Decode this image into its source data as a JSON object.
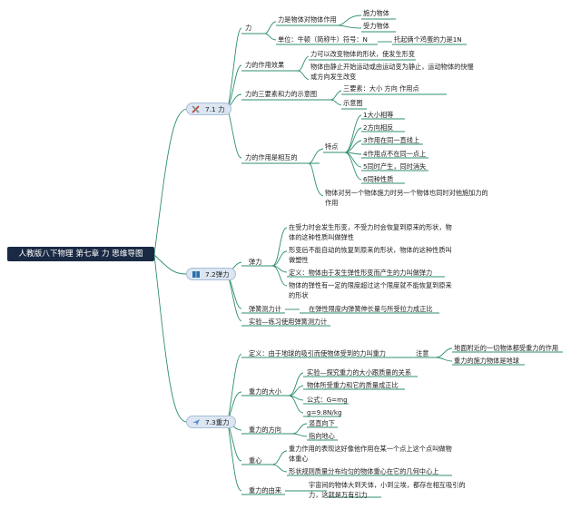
{
  "title": "人教版八下物理 第七章 力 思维导图",
  "sections": [
    {
      "label": "7.1 力",
      "icon": "tools-icon",
      "items": {
        "li": "力",
        "li_def": "力是物体对物体作用",
        "shili": "施力物体",
        "shouli": "受力物体",
        "unit": "单位：牛顿（简称牛）符号：N",
        "unit_eg": "托起俩个鸡蛋的力是1N",
        "effect": "力的作用效果",
        "effect1": "力可以改变物体的形状，使发生形变",
        "effect2a": "物体由静止开始运动或由运动变为静止，运动物体的快慢",
        "effect2b": "或方向发生改变",
        "three": "力的三要素和力的示意图",
        "three1": "三要素：大小 方向 作用点",
        "three2": "示意图",
        "mutual": "力的作用是相互的",
        "feature": "特点",
        "f1": "1大小相等",
        "f2": "2方向相反",
        "f3": "3作用在同一直线上",
        "f4": "4作用点不在同一点上",
        "f5": "5同时产生，同时消失",
        "f6": "6同种性质",
        "mutual_desc_a": "物体对另一个物体施力时另一个物体也同时对他施加力的",
        "mutual_desc_b": "作用"
      }
    },
    {
      "label": "7.2弹力",
      "icon": "book-icon",
      "items": {
        "elastic": "弹力",
        "e1a": "在受力时会发生形变，不受力时会恢复到原来的形状，物",
        "e1b": "体的这种性质叫做弹性",
        "e2a": "形变后不能自动的恢复到原来的形状，物体的这种性质叫",
        "e2b": "做塑性",
        "e3": "定义：物体由于发生弹性形变而产生的力叫做弹力",
        "e4a": "物体的弹性有一定的限度超过这个限度就不能恢复到原来",
        "e4b": "的形状",
        "meter": "弹簧测力计",
        "meter_desc": "在弹性限度内弹簧伸长量与所受拉力成正比",
        "exp": "实验—练习使用弹簧测力计"
      }
    },
    {
      "label": "7.3重力",
      "icon": "send-icon",
      "items": {
        "def": "定义：由于地球的吸引而使物体受到的力叫重力",
        "note": "注意",
        "note1": "地面附近的一切物体都受重力的作用",
        "note2": "重力的施力物体是地球",
        "size": "重力的大小",
        "s1": "实验—探究重力的大小跟质量的关系",
        "s2": "物体所受重力和它的质量成正比",
        "s3": "公式：G=mg",
        "s4": "g=9.8N/kg",
        "dir": "重力的方向",
        "d1": "竖直向下",
        "d2": "指向地心",
        "center": "重心",
        "c1a": "重力作用的表现这好像他作用在某一个点上这个点叫做物",
        "c1b": "体重心",
        "c2": "形状规则质量分布均匀的物体重心在它的几何中心上",
        "origin": "重力的由来",
        "o1a": "宇宙间的物体大到天体，小到尘埃，都存在相互吸引的",
        "o1b": "力，这就是万有引力"
      }
    }
  ],
  "colors": {
    "line": "#2f8f6d",
    "root_bg": "#1b2a44",
    "branch_bg": "#dbe6f2"
  }
}
